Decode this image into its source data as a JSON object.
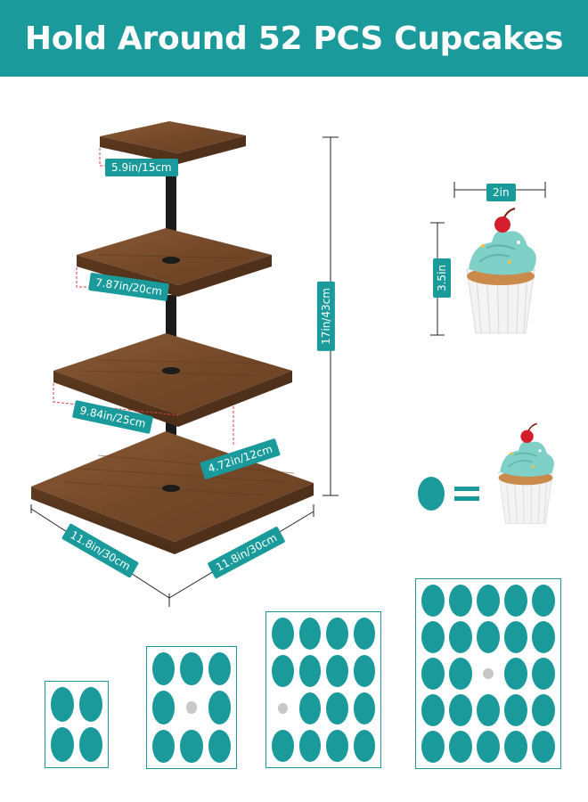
{
  "banner": {
    "title": "Hold Around 52 PCS Cupcakes"
  },
  "dimensions": {
    "tier1": "5.9in/15cm",
    "tier2": "7.87in/20cm",
    "tier3": "9.84in/25cm",
    "gap": "4.72in/12cm",
    "base_left": "11.8in/30cm",
    "base_right": "11.8in/30cm",
    "total_height": "17in/43cm",
    "cupcake_width": "2in",
    "cupcake_height": "3.5in"
  },
  "colors": {
    "accent": "#1a9a9b",
    "wood": "#7a4e2c",
    "wood_dark": "#5e3a1f",
    "post": "#1b1b1b",
    "placeholder": "#c8c8c8"
  },
  "trays": [
    {
      "cols": 2,
      "rows": 2,
      "center": false
    },
    {
      "cols": 3,
      "rows": 3,
      "center": true
    },
    {
      "cols": 4,
      "rows": 4,
      "center": true
    },
    {
      "cols": 5,
      "rows": 5,
      "center": true
    }
  ],
  "icons": [
    "cupcake-icon",
    "equals-icon",
    "dot-icon"
  ]
}
